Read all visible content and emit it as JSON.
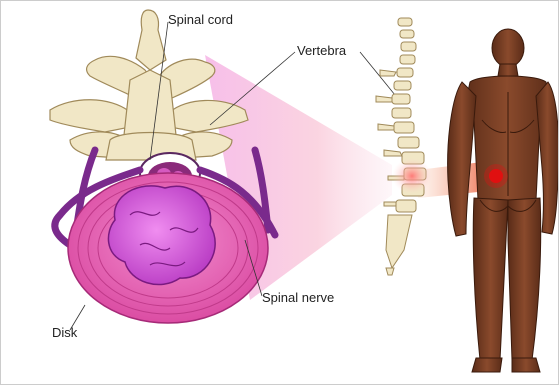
{
  "labels": {
    "spinal_cord": "Spinal cord",
    "vertebra": "Vertebra",
    "spinal_nerve": "Spinal nerve",
    "disk": "Disk"
  },
  "colors": {
    "bone": "#f1e7c6",
    "bone_outline": "#a08a5a",
    "disk_outer": "#e15fb0",
    "disk_ring": "#c03a8a",
    "nucleus": "#d16ad8",
    "nerve": "#7a2a8c",
    "skin": "#6b3a22",
    "skin_shadow": "#4a2414",
    "pain_spot": "#e01010",
    "callout_pink": "#f7a3d6",
    "callout_orange": "#f6a04d"
  }
}
